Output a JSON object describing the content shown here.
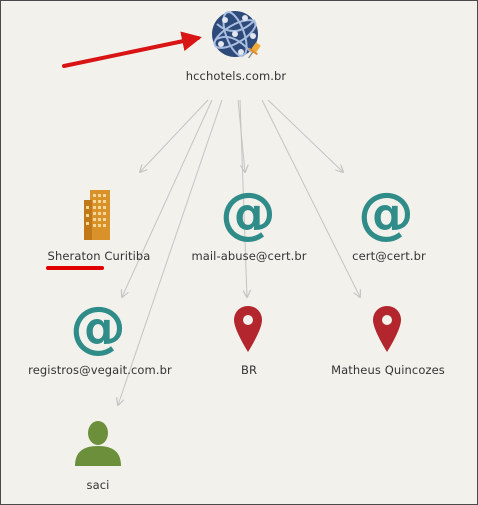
{
  "graph": {
    "root": {
      "label": "hcchotels.com.br",
      "icon": "globe-icon"
    },
    "nodes": [
      {
        "id": "sheraton",
        "label": "Sheraton Curitiba",
        "icon": "building-icon"
      },
      {
        "id": "mail-abuse",
        "label": "mail-abuse@cert.br",
        "icon": "email-at-icon"
      },
      {
        "id": "cert",
        "label": "cert@cert.br",
        "icon": "email-at-icon"
      },
      {
        "id": "registros",
        "label": "registros@vegait.com.br",
        "icon": "email-at-icon"
      },
      {
        "id": "br",
        "label": "BR",
        "icon": "location-pin-icon"
      },
      {
        "id": "matheus",
        "label": "Matheus Quincozes",
        "icon": "location-pin-icon"
      },
      {
        "id": "saci",
        "label": "saci",
        "icon": "person-icon"
      }
    ]
  },
  "colors": {
    "background": "#f3f1ec",
    "email": "#2f8c89",
    "pin": "#b3262e",
    "person": "#6b8f3a",
    "building": "#d9912a",
    "globe": "#2d4a7a",
    "annotation": "#e00000",
    "edge": "#c4c4c4"
  },
  "at_symbol": "@"
}
